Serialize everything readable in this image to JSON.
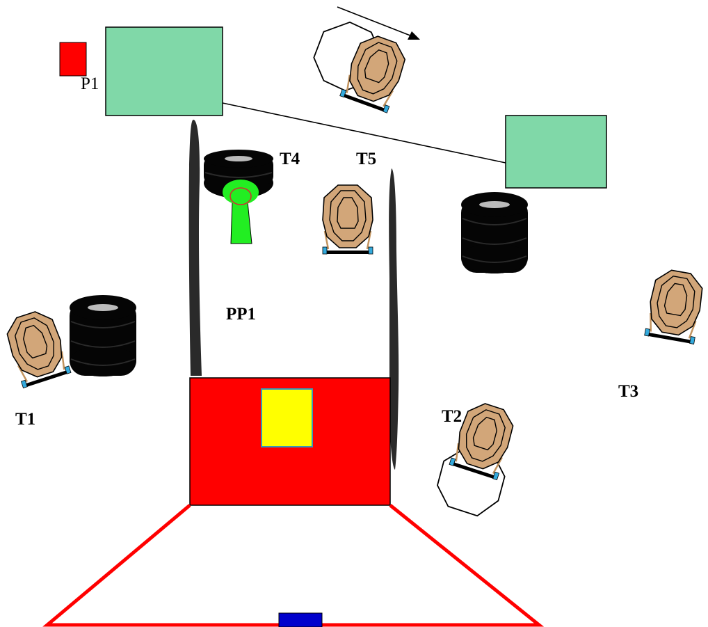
{
  "labels": {
    "p1": "P1",
    "pp1": "PP1",
    "t1": "T1",
    "t2": "T2",
    "t3": "T3",
    "t4": "T4",
    "t5": "T5"
  },
  "colors": {
    "green_panel": "#80D8A8",
    "red": "#FF0000",
    "yellow": "#FFFF00",
    "blue": "#0000CC",
    "bright_green": "#22EE22",
    "target_tan": "#D2A679",
    "target_cyan": "#33AADD",
    "tire_black": "#050505",
    "tire_gray": "#BBBBBB"
  },
  "icons": {
    "tire_stack": "tire-stack-icon",
    "target": "cardboard-target-icon",
    "no_shoot": "white-no-shoot-target-icon",
    "popper": "popper-icon",
    "wall": "wall-fault-line-icon",
    "arrow": "movement-arrow-icon"
  }
}
